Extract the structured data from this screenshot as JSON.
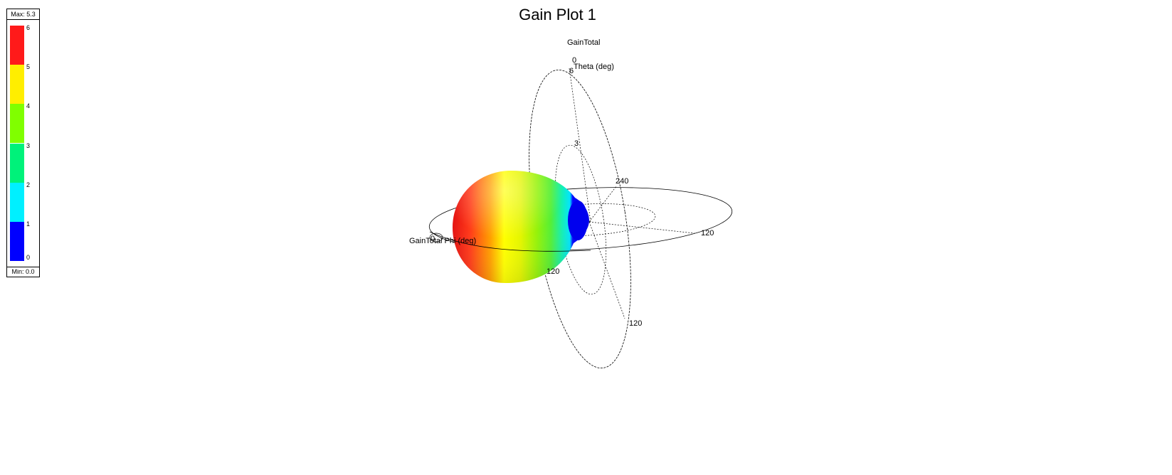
{
  "title": "Gain Plot 1",
  "legend": {
    "max_label": "Max: 5.3",
    "min_label": "Min: 0.0",
    "ticks": [
      "6",
      "5",
      "4",
      "3",
      "2",
      "1",
      "0"
    ],
    "bands": [
      {
        "from": 5,
        "to": 6,
        "color": "#ff1a1a"
      },
      {
        "from": 4,
        "to": 5,
        "color": "#ffee00"
      },
      {
        "from": 3,
        "to": 4,
        "color": "#80ff00"
      },
      {
        "from": 2,
        "to": 3,
        "color": "#00f27a"
      },
      {
        "from": 1,
        "to": 2,
        "color": "#00f0ff"
      },
      {
        "from": 0,
        "to": 1,
        "color": "#0000ff"
      }
    ]
  },
  "axes": {
    "theta_title": "GainTotal",
    "theta_label": "Theta (deg)",
    "phi_label": "GainTotal  Phi (deg)"
  },
  "chart_data": {
    "type": "3d-polar-pattern",
    "title": "Gain Plot 1",
    "quantity": "GainTotal",
    "max": 5.3,
    "min": 0.0,
    "colorbar_range": [
      0,
      6
    ],
    "radial_ticks": [
      "6",
      "3"
    ],
    "angle_labels": {
      "theta": [
        "0",
        "120",
        "120"
      ],
      "phi": [
        "240",
        "120",
        "0"
      ]
    }
  }
}
